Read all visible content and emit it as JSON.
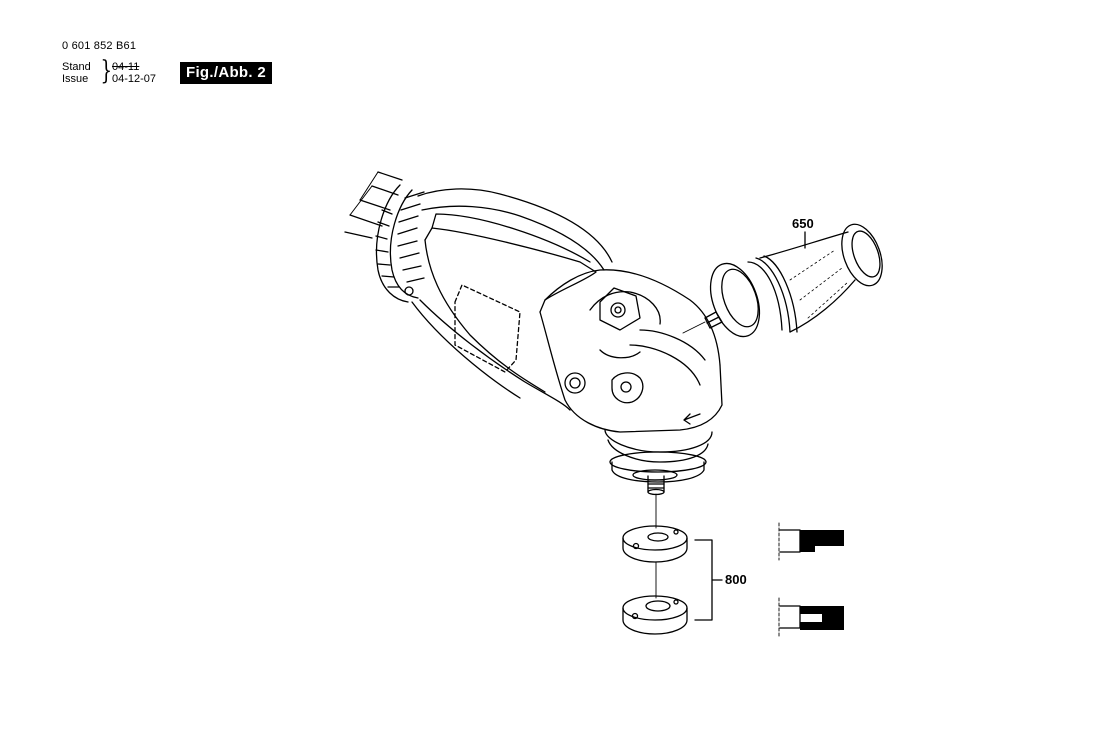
{
  "header": {
    "part_number": "0 601 852 B61",
    "stand_label": "Stand",
    "issue_label": "Issue",
    "stand_date": "04-11",
    "issue_date": "04-12-07",
    "figure_label": "Fig./Abb. 2"
  },
  "callouts": {
    "handle": "650",
    "flange_set": "800"
  }
}
